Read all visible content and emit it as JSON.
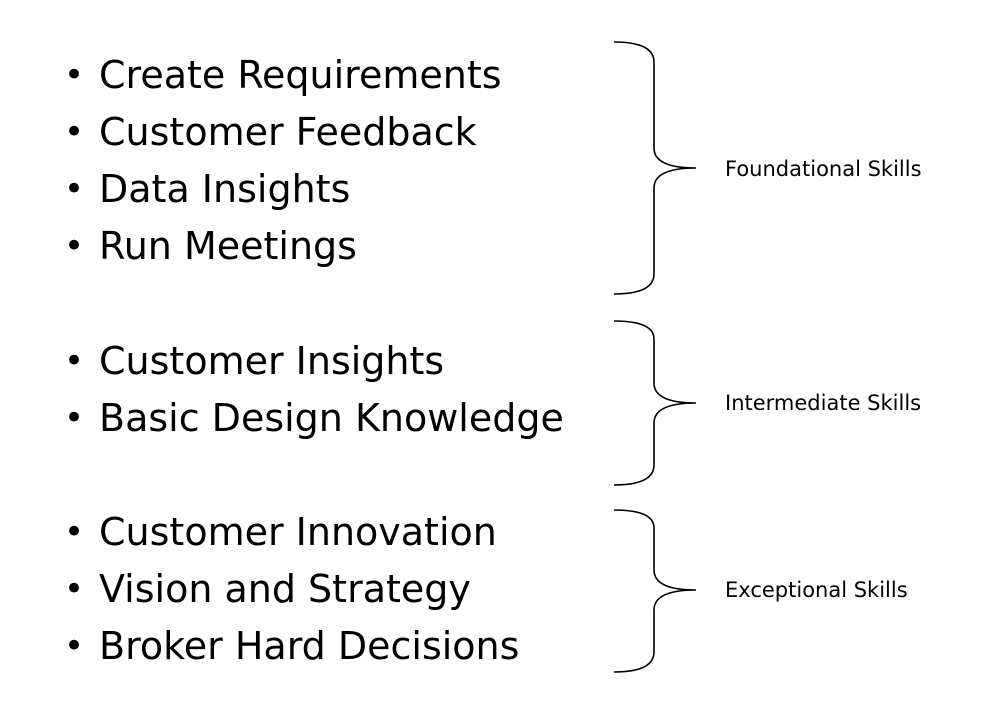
{
  "groups": [
    {
      "label": "Foundational Skills",
      "items": [
        "Create Requirements",
        "Customer Feedback",
        "Data Insights",
        "Run Meetings"
      ]
    },
    {
      "label": "Intermediate Skills",
      "items": [
        "Customer Insights",
        "Basic Design Knowledge"
      ]
    },
    {
      "label": "Exceptional Skills",
      "items": [
        "Customer Innovation",
        "Vision and Strategy",
        "Broker Hard Decisions"
      ]
    }
  ],
  "bullet_glyph": "•"
}
